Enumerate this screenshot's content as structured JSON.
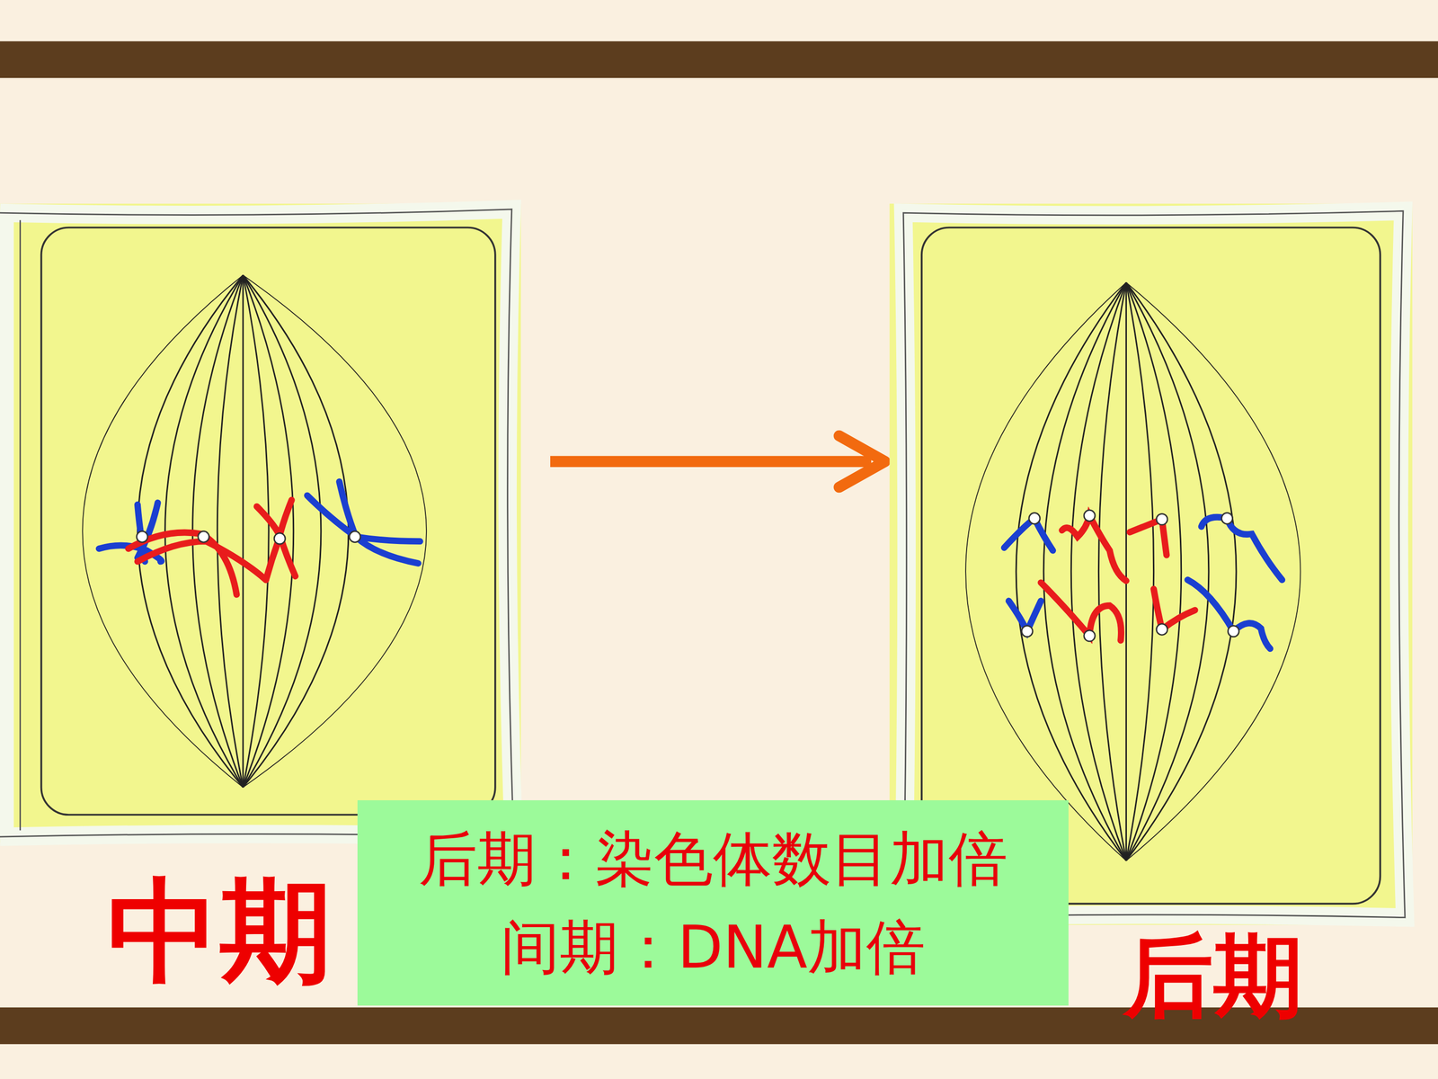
{
  "diagram": {
    "nodes": [
      {
        "text": [
          "后期：染色体数目加倍",
          "间期：DNA加倍"
        ]
      }
    ],
    "labels": [
      "中期",
      "后期"
    ]
  }
}
